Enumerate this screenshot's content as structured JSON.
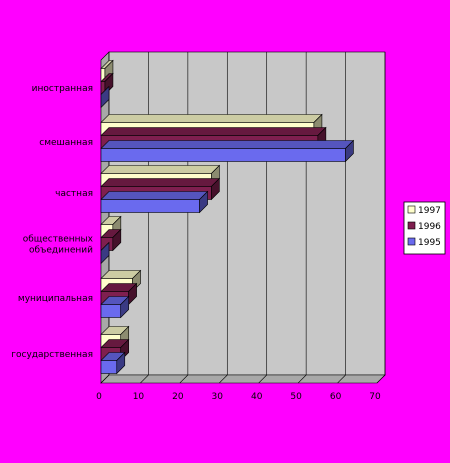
{
  "colors": {
    "background": "#ff00ff",
    "plot_wall": "#c8c8c8",
    "plot_side": "#a8a8a8",
    "series_1997": "#ffffcc",
    "series_1996": "#7f1f4f",
    "series_1995": "#6a6aee"
  },
  "chart_data": {
    "type": "bar",
    "orientation": "horizontal",
    "style": "3d-clustered",
    "categories": [
      "иностранная",
      "смешанная",
      "частная",
      "общественных объединений",
      "муниципальная",
      "государственная"
    ],
    "series": [
      {
        "name": "1997",
        "values": [
          1,
          54,
          28,
          3,
          8,
          5
        ]
      },
      {
        "name": "1996",
        "values": [
          1,
          55,
          28,
          3,
          7,
          5
        ]
      },
      {
        "name": "1995",
        "values": [
          0,
          62,
          25,
          0,
          5,
          4
        ]
      }
    ],
    "xlim": [
      0,
      70
    ],
    "xticks": [
      "0",
      "10",
      "20",
      "30",
      "40",
      "50",
      "60",
      "70"
    ],
    "grid": true,
    "legend": "right",
    "title": "",
    "xlabel": "",
    "ylabel": ""
  }
}
